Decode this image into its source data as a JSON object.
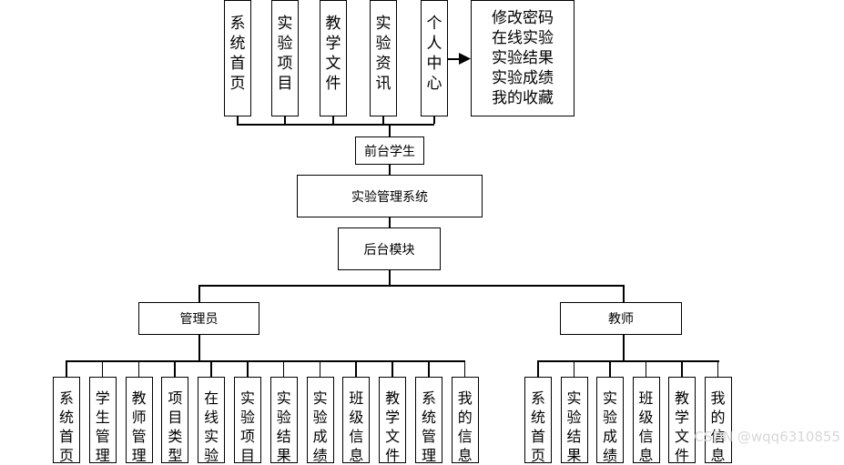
{
  "top_items": [
    {
      "label": "系统首页"
    },
    {
      "label": "实验项目"
    },
    {
      "label": "教学文件"
    },
    {
      "label": "实验资讯"
    },
    {
      "label": "个人中心"
    }
  ],
  "personal_center_items": [
    "修改密码",
    "在线实验",
    "实验结果",
    "实验成绩",
    "我的收藏"
  ],
  "front_student": "前台学生",
  "system": "实验管理系统",
  "backend": "后台模块",
  "admin": "管理员",
  "teacher": "教师",
  "admin_items": [
    "系统首页",
    "学生管理",
    "教师管理",
    "项目类型",
    "在线实验",
    "实验项目",
    "实验结果",
    "实验成绩",
    "班级信息",
    "教学文件",
    "系统管理",
    "我的信息"
  ],
  "teacher_items": [
    "系统首页",
    "实验结果",
    "实验成绩",
    "班级信息",
    "教学文件",
    "我的信息"
  ],
  "watermark": "CSDN @wqq6310855"
}
